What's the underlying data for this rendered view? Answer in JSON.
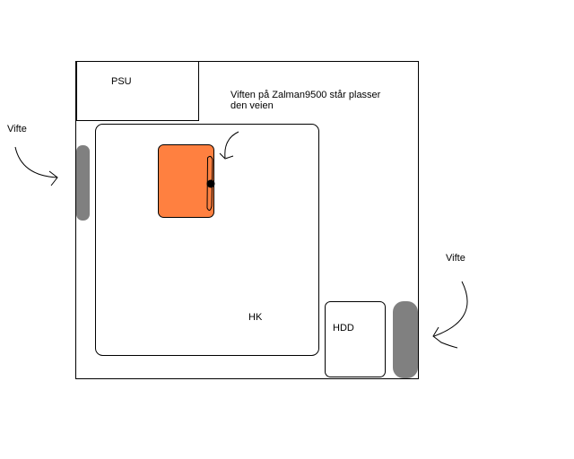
{
  "labels": {
    "psu": "PSU",
    "note_line1": "Viften på Zalman9500 står plasser",
    "note_line2": "den veien",
    "fan_left": "Vifte",
    "fan_right": "Vifte",
    "motherboard": "HK",
    "hdd": "HDD"
  },
  "colors": {
    "cooler": "#ff8040",
    "fan": "#808080",
    "outline": "#000000",
    "background": "#ffffff"
  }
}
